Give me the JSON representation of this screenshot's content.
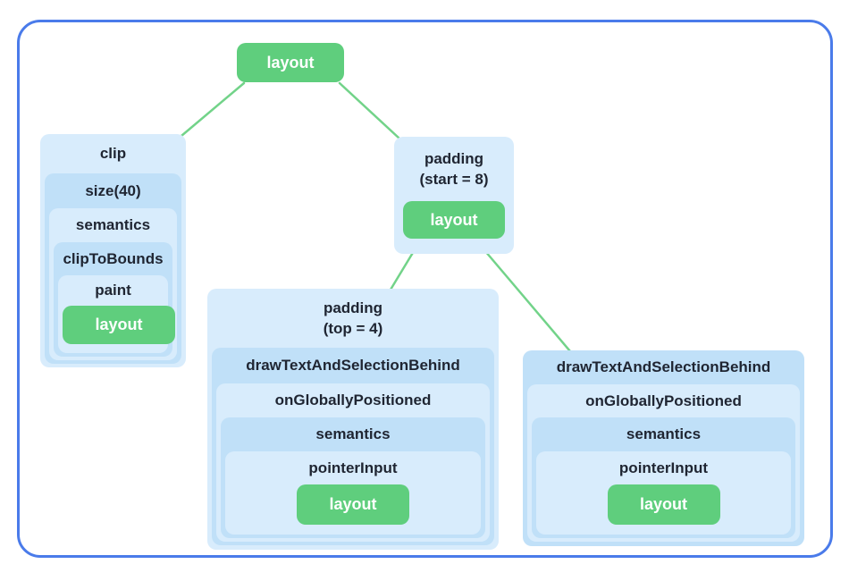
{
  "diagram": {
    "root_node": {
      "label": "layout"
    },
    "clip_box": {
      "levels": [
        "clip",
        "size(40)",
        "semantics",
        "clipToBounds",
        "paint"
      ],
      "leaf": "layout"
    },
    "padding_start_box": {
      "title_lines": [
        "padding",
        "(start = 8)"
      ],
      "leaf": "layout"
    },
    "padding_top_box": {
      "title_lines": [
        "padding",
        "(top = 4)"
      ],
      "levels": [
        "drawTextAndSelectionBehind",
        "onGloballyPositioned",
        "semantics",
        "pointerInput"
      ],
      "leaf": "layout"
    },
    "draw_text_box": {
      "levels": [
        "drawTextAndSelectionBehind",
        "onGloballyPositioned",
        "semantics",
        "pointerInput"
      ],
      "leaf": "layout"
    },
    "colors": {
      "frame_border": "#4A7BEA",
      "box_light_blue": "#D8ECFC",
      "box_dark_blue": "#C0E0F8",
      "node_green": "#5FCE7D",
      "edge_green": "#72D389",
      "label_text": "#1F2532",
      "leaf_text": "#FFFFFF"
    }
  }
}
